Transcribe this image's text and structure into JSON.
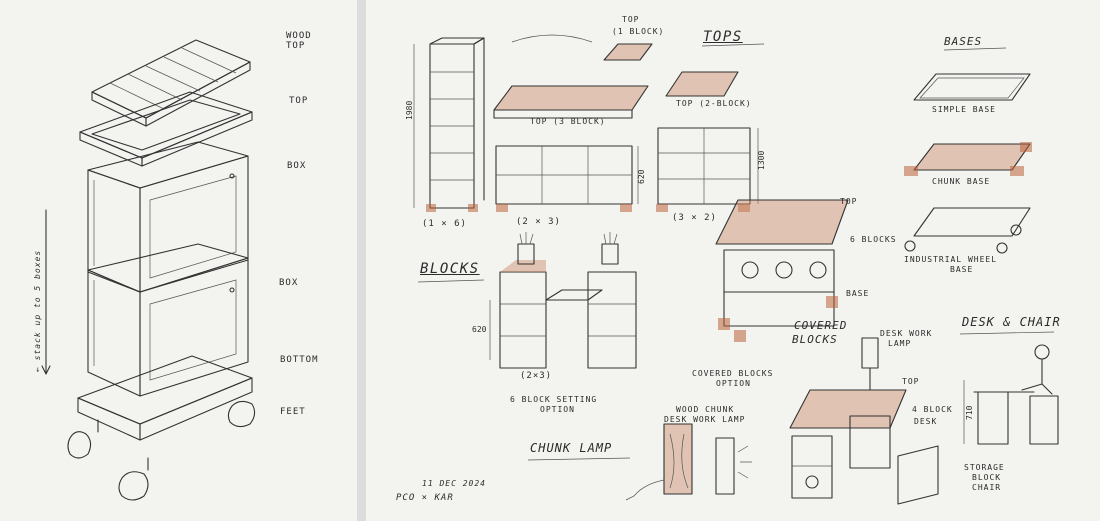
{
  "left_sheet": {
    "labels": {
      "wood_top": "WOOD\nTOP",
      "top": "TOP",
      "box1": "BOX",
      "box2": "BOX",
      "bottom": "BOTTOM",
      "feet": "FEET",
      "stack_note": "← stack up to 5 boxes"
    }
  },
  "right_sheet": {
    "headings": {
      "tops": "TOPS",
      "bases": "BASES",
      "blocks": "BLOCKS",
      "covered_blocks_1": "COVERED",
      "covered_blocks_2": "BLOCKS",
      "desk_chair": "DESK & CHAIR",
      "chunk_lamp": "CHUNK LAMP"
    },
    "labels": {
      "top_1_block_a": "TOP",
      "top_1_block_b": "(1 BLOCK)",
      "top_3_block": "TOP (3 BLOCK)",
      "top_2_block": "TOP (2-BLOCK)",
      "simple_base": "SIMPLE BASE",
      "chunk_base": "CHUNK BASE",
      "industrial_wheel_base_a": "INDUSTRIAL WHEEL",
      "industrial_wheel_base_b": "BASE",
      "config_1x6": "(1 × 6)",
      "config_2x3": "(2 × 3)",
      "config_3x2": "(3 × 2)",
      "config_2x3_b": "(2×3)",
      "six_block_setting_a": "6 BLOCK SETTING",
      "six_block_setting_b": "OPTION",
      "covered_blocks_option_a": "COVERED BLOCKS",
      "covered_blocks_option_b": "OPTION",
      "top_covered": "TOP",
      "six_blocks": "6 BLOCKS",
      "base_covered": "BASE",
      "desk_work_lamp_a": "DESK WORK",
      "desk_work_lamp_b": "LAMP",
      "wood_chunk_lamp_a": "WOOD CHUNK",
      "wood_chunk_lamp_b": "DESK WORK LAMP",
      "top_desk": "TOP",
      "four_block_desk_a": "4 BLOCK",
      "four_block_desk_b": "DESK",
      "storage_chair_a": "STORAGE",
      "storage_chair_b": "BLOCK",
      "storage_chair_c": "CHAIR",
      "date": "11 DEC 2024",
      "credit": "PCO × KAR"
    },
    "dimensions": {
      "d_1980": "1980",
      "d_620a": "620",
      "d_1300": "1300",
      "d_620b": "620",
      "d_710": "710"
    }
  },
  "colors": {
    "paper": "#f3f3f0",
    "ink": "#333333",
    "wood_accent": "#b9623a"
  }
}
